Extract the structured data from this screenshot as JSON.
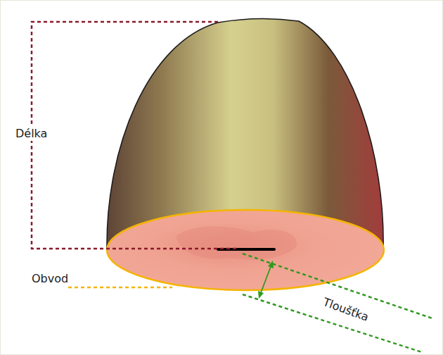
{
  "diagram": {
    "labels": [
      "Délka",
      "Obvod",
      "Tloušťka"
    ]
  }
}
